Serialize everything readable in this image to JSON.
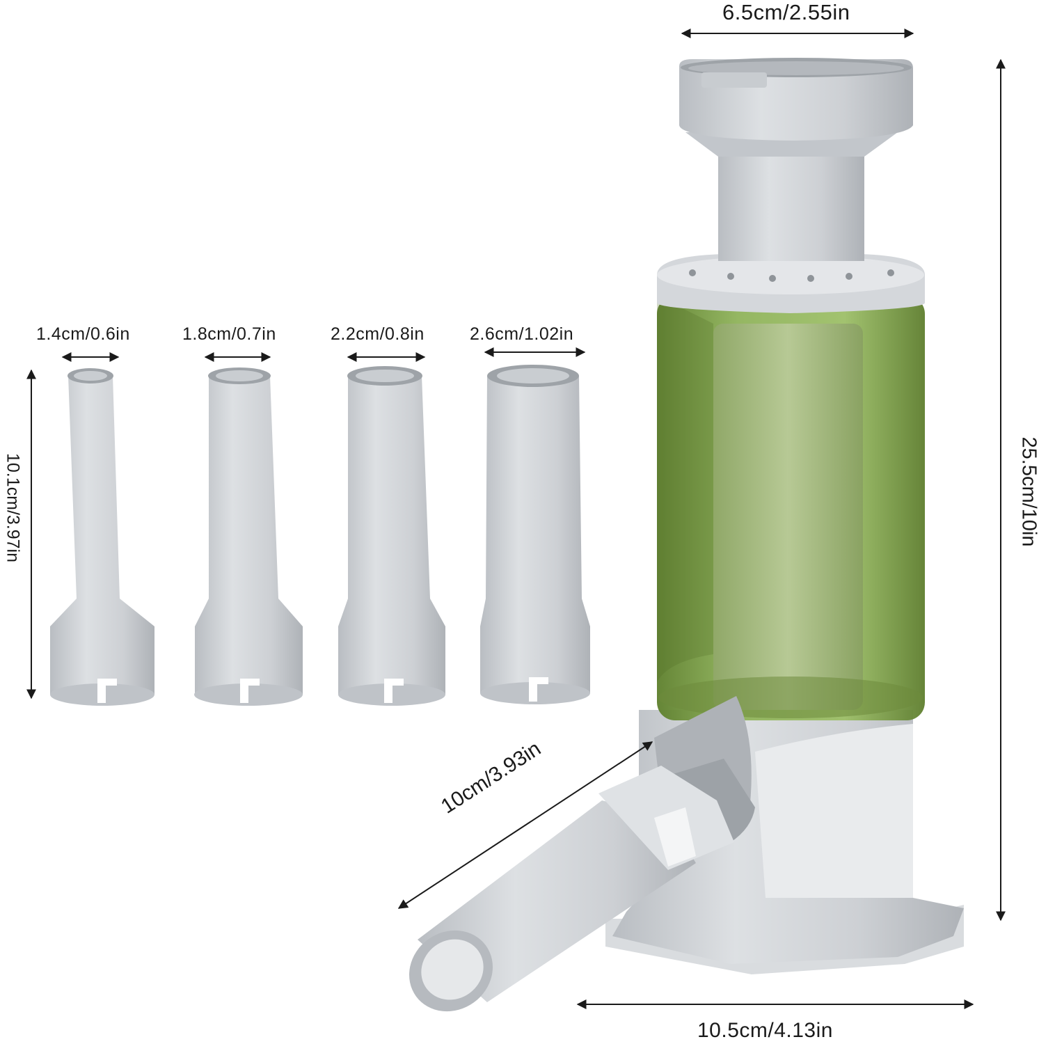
{
  "dimensions": {
    "top_width": "6.5cm/2.55in",
    "total_height": "25.5cm/10in",
    "base_width": "10.5cm/4.13in",
    "spout_length": "10cm/3.93in",
    "nozzle_height": "10.1cm/3.97in"
  },
  "nozzles": [
    {
      "diameter": "1.4cm/0.6in"
    },
    {
      "diameter": "1.8cm/0.7in"
    },
    {
      "diameter": "2.2cm/0.8in"
    },
    {
      "diameter": "2.6cm/1.02in"
    }
  ],
  "colors": {
    "body_gray": "#cfd2d6",
    "reservoir_green": "#7ea24a",
    "dimension_line": "#1a1a1a"
  }
}
